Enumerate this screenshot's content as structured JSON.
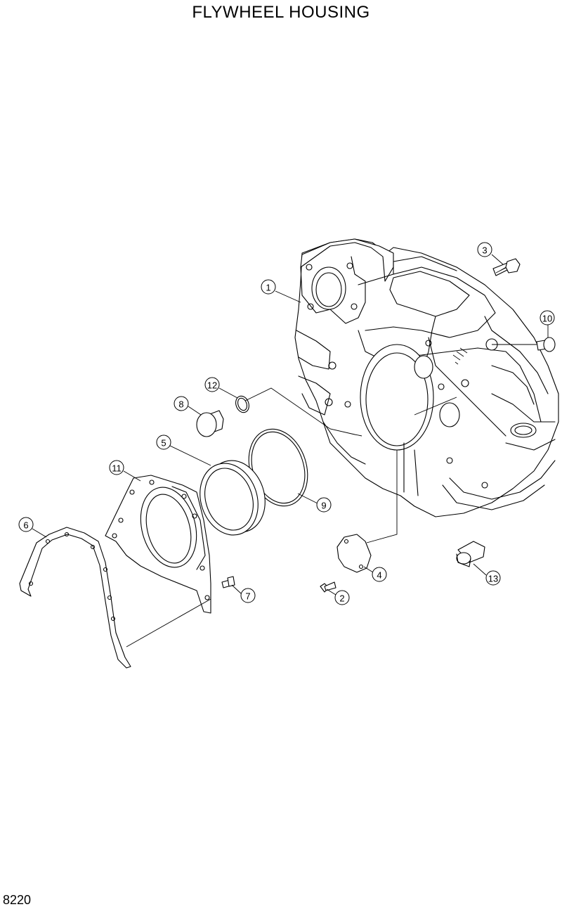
{
  "title": "FLYWHEEL HOUSING",
  "page_number": "8220",
  "callouts": [
    "1",
    "2",
    "3",
    "4",
    "5",
    "6",
    "7",
    "8",
    "9",
    "10",
    "11",
    "12",
    "13"
  ]
}
